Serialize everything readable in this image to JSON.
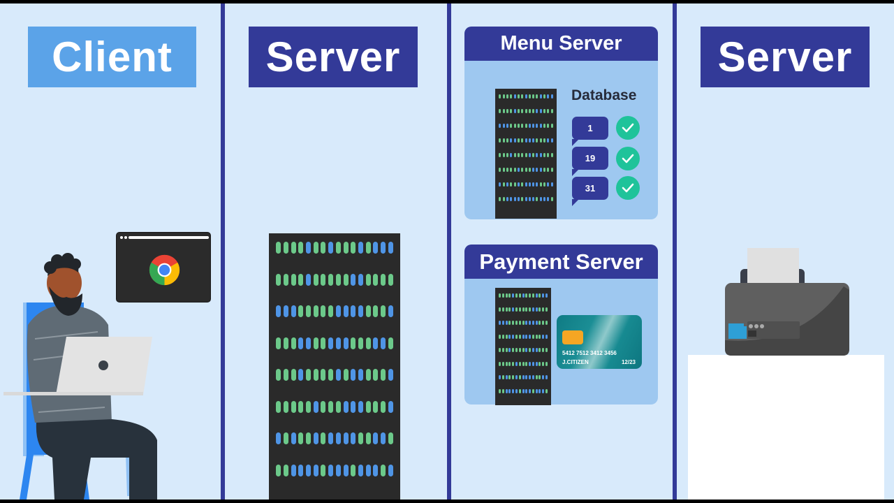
{
  "scene": {
    "columns": [
      {
        "id": "client",
        "title": "Client"
      },
      {
        "id": "server-1",
        "title": "Server"
      },
      {
        "id": "backend",
        "panels": [
          "Menu Server",
          "Payment Server"
        ]
      },
      {
        "id": "server-2",
        "title": "Server"
      }
    ]
  },
  "client": {
    "title": "Client",
    "browser_icon": "chrome-icon",
    "device_icon": "laptop-icon"
  },
  "server_main": {
    "title": "Server",
    "icon": "server-rack-icon"
  },
  "menu_server": {
    "title": "Menu Server",
    "database_label": "Database",
    "records": [
      {
        "id": "1",
        "status": "check-icon"
      },
      {
        "id": "19",
        "status": "check-icon"
      },
      {
        "id": "31",
        "status": "check-icon"
      }
    ]
  },
  "payment_server": {
    "title": "Payment Server",
    "card": {
      "number": "5412 7512 3412 3456",
      "name": "J.CITIZEN",
      "expiry": "12/23"
    }
  },
  "server_right": {
    "title": "Server",
    "icon": "printer-icon"
  },
  "colors": {
    "background": "#d8eafb",
    "navy": "#333a98",
    "client_blue": "#5ba3e8",
    "panel_blue": "#9ec8f0",
    "led_green": "#6cc98a",
    "led_blue": "#4f95e6",
    "check_green": "#1fc39a",
    "rack_dark": "#2a2a2a"
  }
}
